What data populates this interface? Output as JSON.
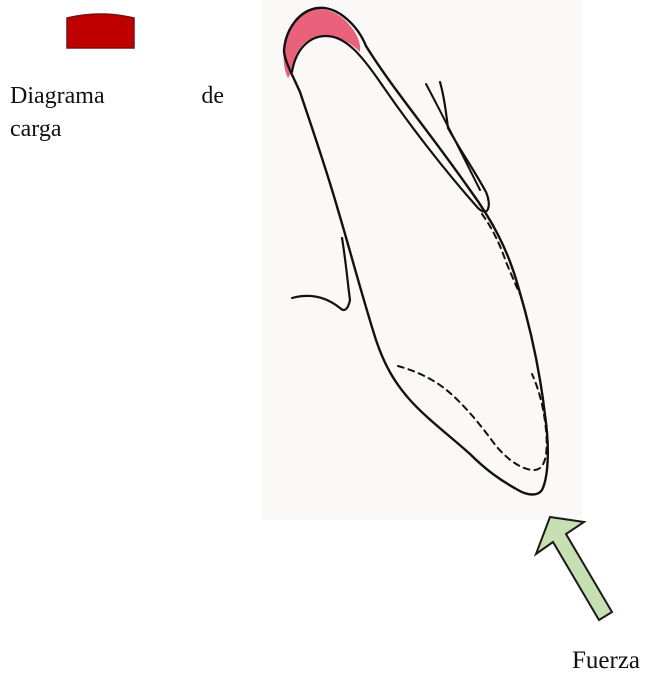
{
  "legend": {
    "label_word1": "Diagrama",
    "label_word2": "de",
    "label_line2": "carga",
    "color": "#c00000"
  },
  "tooth": {
    "load_zone_color": "#e8506e"
  },
  "force": {
    "label": "Fuerza",
    "arrow_color": "#c6e0b4"
  }
}
